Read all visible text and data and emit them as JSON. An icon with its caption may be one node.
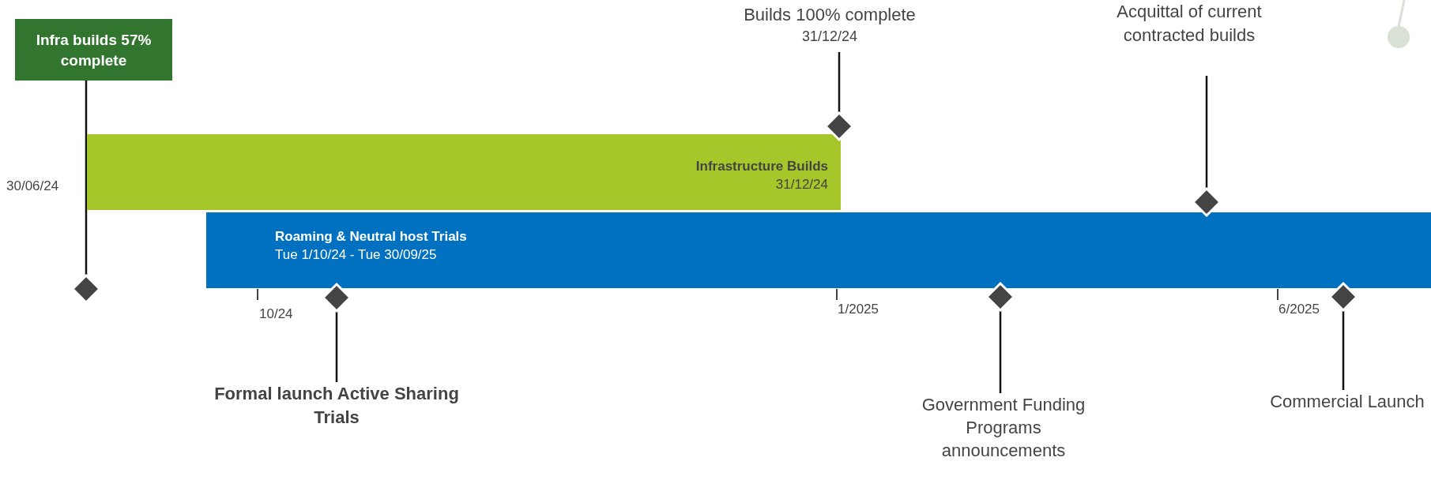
{
  "diagram": {
    "nodes": [
      {
        "text": [
          "Infra builds 57% complete"
        ]
      },
      {
        "text": [
          "Builds 100% complete",
          "31/12/24"
        ]
      },
      {
        "text": [
          "Acquittal of current contracted builds"
        ]
      },
      {
        "text": [],
        "shape": "diamond"
      },
      {
        "text": [
          "Infrastructure Builds",
          "31/12/24"
        ]
      },
      {
        "text": [],
        "shape": "diamond"
      },
      {
        "text": [
          "Roaming & Neutral host Trials",
          "Tue 1/10/24 - Tue 30/09/25"
        ]
      },
      {
        "text": [],
        "shape": "diamond"
      },
      {
        "text": [],
        "shape": "diamond"
      },
      {
        "text": [],
        "shape": "diamond"
      },
      {
        "text": [],
        "shape": "diamond"
      },
      {
        "text": [
          "Formal launch Active Sharing Trials"
        ]
      },
      {
        "text": [
          "Government Funding Programs announcements"
        ]
      },
      {
        "text": [
          "Commercial Launch"
        ]
      }
    ],
    "edges": [
      {
        "from": 0,
        "to": 7,
        "arrow": "none"
      },
      {
        "from": 1,
        "to": 3,
        "arrow": "none"
      },
      {
        "from": 2,
        "to": 5,
        "arrow": "none"
      },
      {
        "from": 8,
        "to": 11,
        "arrow": "none"
      },
      {
        "from": 9,
        "to": 12,
        "arrow": "none"
      },
      {
        "from": 10,
        "to": 13,
        "arrow": "none"
      }
    ],
    "labels": [
      "30/06/24",
      "10/24",
      "1/2025",
      "6/2025"
    ]
  }
}
